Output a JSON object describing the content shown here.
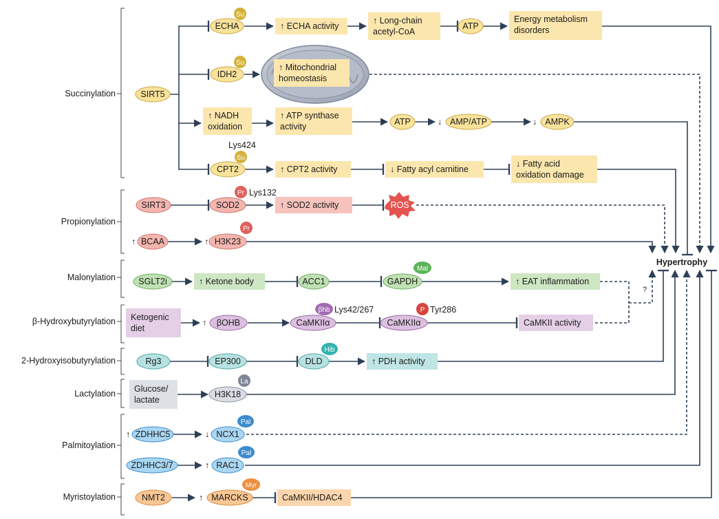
{
  "categories": {
    "succinylation": "Succinylation",
    "propionylation": "Propionylation",
    "malonylation": "Malonylation",
    "bhb": "β-Hydroxybutyrylation",
    "hib": "2-Hydroxyisobutyrylation",
    "lactylation": "Lactylation",
    "palmitoylation": "Palmitoylation",
    "myristoylation": "Myristoylation"
  },
  "nodes": {
    "sirt5": "SIRT5",
    "echa": "ECHA",
    "echa_act": "↑ ECHA activity",
    "lcacoa_1": "↑ Long-chain",
    "lcacoa_2": "acetyl-CoA",
    "atp1": "ATP",
    "energy_1": "Energy metabolism",
    "energy_2": "disorders",
    "idh2": "IDH2",
    "mito_1": "↑ Mitochondrial",
    "mito_2": "homeostasis",
    "nadh_1": "↑ NADH",
    "nadh_2": "oxidation",
    "atps_1": "↑ ATP synthase",
    "atps_2": "activity",
    "atp2": "ATP",
    "ampatp": "AMP/ATP",
    "ampk": "AMPK",
    "cpt2": "CPT2",
    "cpt2_act": "↑ CPT2 activity",
    "fac": "↓ Fatty acyl carnitine",
    "fao_1": "↓ Fatty acid",
    "fao_2": "oxidation damage",
    "sirt3": "SIRT3",
    "sod2": "SOD2",
    "sod2_act": "↑ SOD2 activity",
    "ros": "ROS",
    "bcaa": "BCAA",
    "h3k23": "H3K23",
    "sglt2i": "SGLT2i",
    "ketone": "↑ Ketone body",
    "acc1": "ACC1",
    "gapdh": "GAPDH",
    "eat": "↑ EAT inflammation",
    "keto_1": "Ketogenic",
    "keto_2": "diet",
    "bohb": "βOHB",
    "camk1": "CaMKIIα",
    "camk2": "CaMKIIα",
    "camk_act": "CaMKII activity",
    "rg3": "Rg3",
    "ep300": "EP300",
    "dld": "DLD",
    "pdh": "↑ PDH activity",
    "glc_1": "Glucose/",
    "glc_2": "lactate",
    "h3k18": "H3K18",
    "zdhhc5": "ZDHHC5",
    "ncx1": "NCX1",
    "zdhhc37": "ZDHHC3/7",
    "rac1": "RAC1",
    "nmt2": "NMT2",
    "marcks": "MARCKS",
    "camk_hdac": "CaMKII/HDAC4",
    "hypertrophy": "Hypertrophy"
  },
  "modifications": {
    "su": "Su",
    "pr": "Pr",
    "mal": "Mal",
    "bhb": "βhb",
    "p": "P",
    "hib": "Hib",
    "la": "La",
    "pal": "Pal",
    "myr": "Myr"
  },
  "site_labels": {
    "lys424": "Lys424",
    "lys132": "Lys132",
    "lys42": "Lys42/267",
    "tyr286": "Tyr286"
  },
  "arrows": {
    "up": "↑",
    "down": "↓",
    "question": "?"
  },
  "colors": {
    "line": "#2e4057",
    "yellow_box": "#fbe6ad",
    "yellow_oval": "#f9e29a",
    "su_badge": "#d4b13a",
    "red_box": "#f6c3bd",
    "red_oval": "#f3b5ae",
    "pr_badge": "#e0615b",
    "ros": "#e4544f",
    "green_box": "#cde7c3",
    "green_oval": "#bfe1b2",
    "mal_badge": "#5db35a",
    "purple_box": "#e4cfe6",
    "purple_oval": "#dcc0e0",
    "bhb_badge": "#a26ab0",
    "p_badge": "#d9453e",
    "teal_box": "#bfe5e5",
    "teal_oval": "#b7e2e2",
    "hib_badge": "#34b3b0",
    "gray_box": "#dde1e6",
    "gray_oval": "#d9dde3",
    "la_badge": "#7e8797",
    "blue_oval": "#a9d6f2",
    "pal_badge": "#3c8ccc",
    "orange_box": "#fbd5ac",
    "orange_oval": "#f9c794",
    "myr_badge": "#ef8e3d"
  }
}
